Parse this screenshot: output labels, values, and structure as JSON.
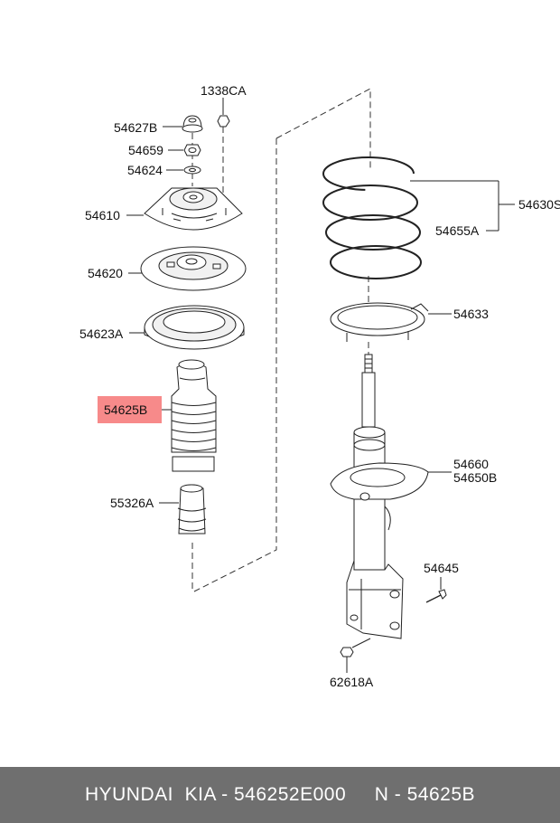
{
  "highlight_color": "#f78a8a",
  "footer_color": "#6f6f6f",
  "callouts": {
    "p1338CA": "1338CA",
    "p54627B": "54627B",
    "p54659": "54659",
    "p54624": "54624",
    "p54610": "54610",
    "p54620": "54620",
    "p54623A": "54623A",
    "p54625B": "54625B",
    "p55326A": "55326A",
    "p54630S": "54630S",
    "p54655A": "54655A",
    "p54633": "54633",
    "p54660": "54660",
    "p54650B": "54650B",
    "p54645": "54645",
    "p62618A": "62618A"
  },
  "footer": {
    "text": "HYUNDAI  KIA - 546252E000     N - 54625B"
  }
}
